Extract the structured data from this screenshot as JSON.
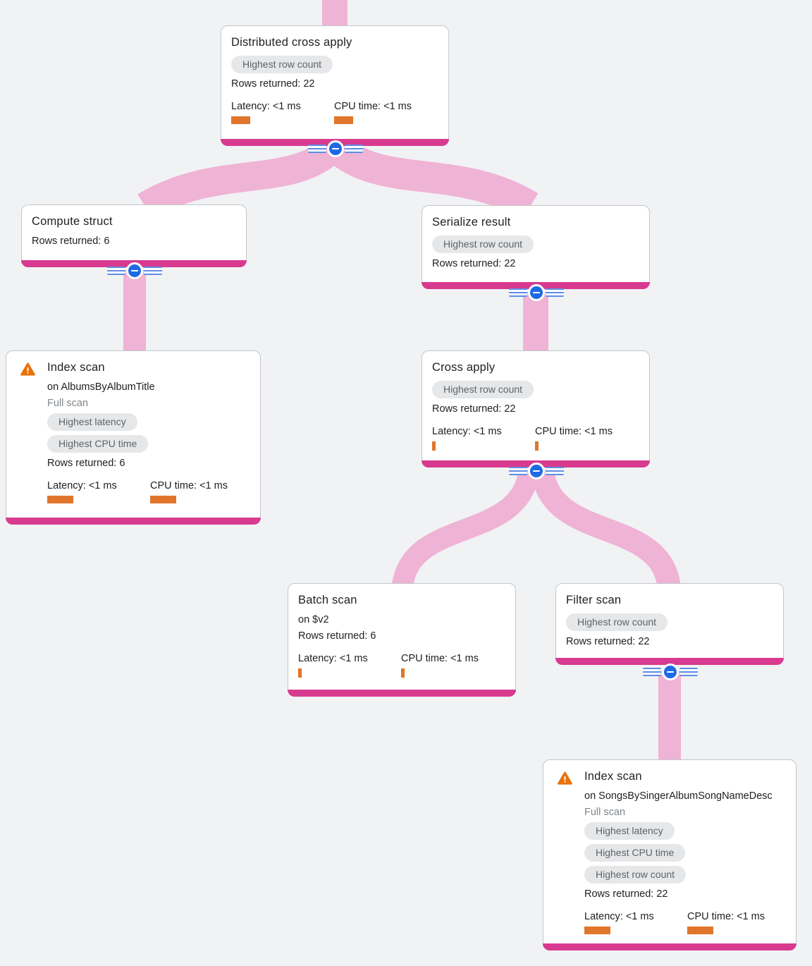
{
  "diagram": {
    "kind": "query-execution-plan-tree",
    "colors": {
      "background": "#f1f2f4",
      "edge_pink": "#efb3d5",
      "node_accent_pink": "#d83a90",
      "metric_bar_orange": "#e0752b",
      "warning_orange": "#e8710a",
      "collapse_button_blue": "#1f6ae5",
      "chip_background": "#e6e7e9",
      "chip_text": "#5f6368",
      "text": "#202124",
      "muted_text": "#80868b"
    },
    "icons": {
      "warning": "triangle-exclamation",
      "collapse": "circled-minus"
    }
  },
  "nodes": {
    "distributed_cross_apply": {
      "title": "Distributed cross apply",
      "badges": [
        "Highest row count"
      ],
      "rows_returned": "Rows returned: 22",
      "latency": "Latency: <1 ms",
      "cpu_time": "CPU time: <1 ms"
    },
    "compute_struct": {
      "title": "Compute struct",
      "rows_returned": "Rows returned: 6"
    },
    "serialize_result": {
      "title": "Serialize result",
      "badges": [
        "Highest row count"
      ],
      "rows_returned": "Rows returned: 22"
    },
    "index_scan_albums": {
      "title": "Index scan",
      "subtitle": "on AlbumsByAlbumTitle",
      "note": "Full scan",
      "badges": [
        "Highest latency",
        "Highest CPU time"
      ],
      "rows_returned": "Rows returned: 6",
      "latency": "Latency: <1 ms",
      "cpu_time": "CPU time: <1 ms"
    },
    "cross_apply": {
      "title": "Cross apply",
      "badges": [
        "Highest row count"
      ],
      "rows_returned": "Rows returned: 22",
      "latency": "Latency: <1 ms",
      "cpu_time": "CPU time: <1 ms"
    },
    "batch_scan": {
      "title": "Batch scan",
      "subtitle": "on $v2",
      "rows_returned": "Rows returned: 6",
      "latency": "Latency: <1 ms",
      "cpu_time": "CPU time: <1 ms"
    },
    "filter_scan": {
      "title": "Filter scan",
      "badges": [
        "Highest row count"
      ],
      "rows_returned": "Rows returned: 22"
    },
    "index_scan_songs": {
      "title": "Index scan",
      "subtitle": "on SongsBySingerAlbumSongNameDesc",
      "note": "Full scan",
      "badges": [
        "Highest latency",
        "Highest CPU time",
        "Highest row count"
      ],
      "rows_returned": "Rows returned: 22",
      "latency": "Latency: <1 ms",
      "cpu_time": "CPU time: <1 ms"
    }
  }
}
